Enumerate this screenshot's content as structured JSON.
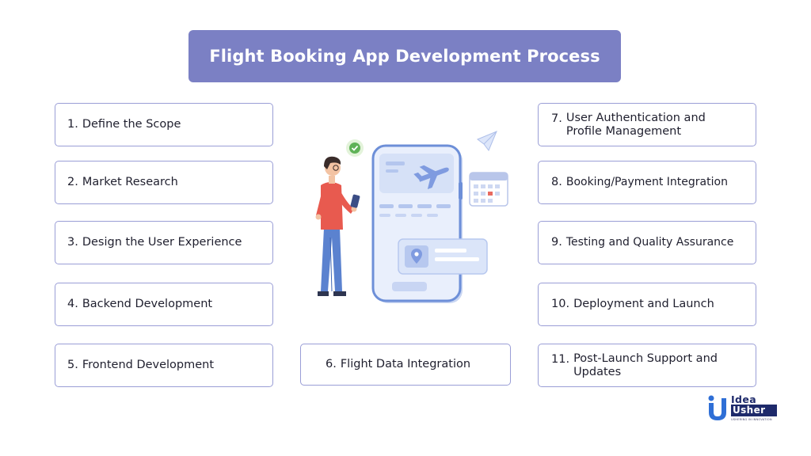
{
  "title": "Flight Booking App Development Process",
  "steps": [
    {
      "num": "1.",
      "label": "Define the Scope"
    },
    {
      "num": "2.",
      "label": "Market Research"
    },
    {
      "num": "3.",
      "label": "Design the User Experience"
    },
    {
      "num": "4.",
      "label": "Backend Development"
    },
    {
      "num": "5.",
      "label": "Frontend Development"
    },
    {
      "num": "6.",
      "label": "Flight Data Integration"
    },
    {
      "num": "7.",
      "label": "User Authentication and Profile Management"
    },
    {
      "num": "8.",
      "label": "Booking/Payment Integration"
    },
    {
      "num": "9.",
      "label": "Testing and Quality Assurance"
    },
    {
      "num": "10.",
      "label": "Deployment and Launch"
    },
    {
      "num": "11.",
      "label": "Post-Launch Support and Updates"
    }
  ],
  "logo": {
    "line1": "Idea",
    "line2": "Usher",
    "tagline": "USHERING IN INNOVATION"
  },
  "illustration": {
    "icons": [
      "person-with-phone-icon",
      "smartphone-icon",
      "airplane-icon",
      "paper-plane-icon",
      "calendar-icon",
      "location-pin-icon",
      "check-badge-icon"
    ]
  },
  "colors": {
    "title_bg": "#7b80c4",
    "box_border": "#9a9ed6",
    "logo_navy": "#1e2a6b",
    "logo_blue": "#2f6fd6"
  }
}
